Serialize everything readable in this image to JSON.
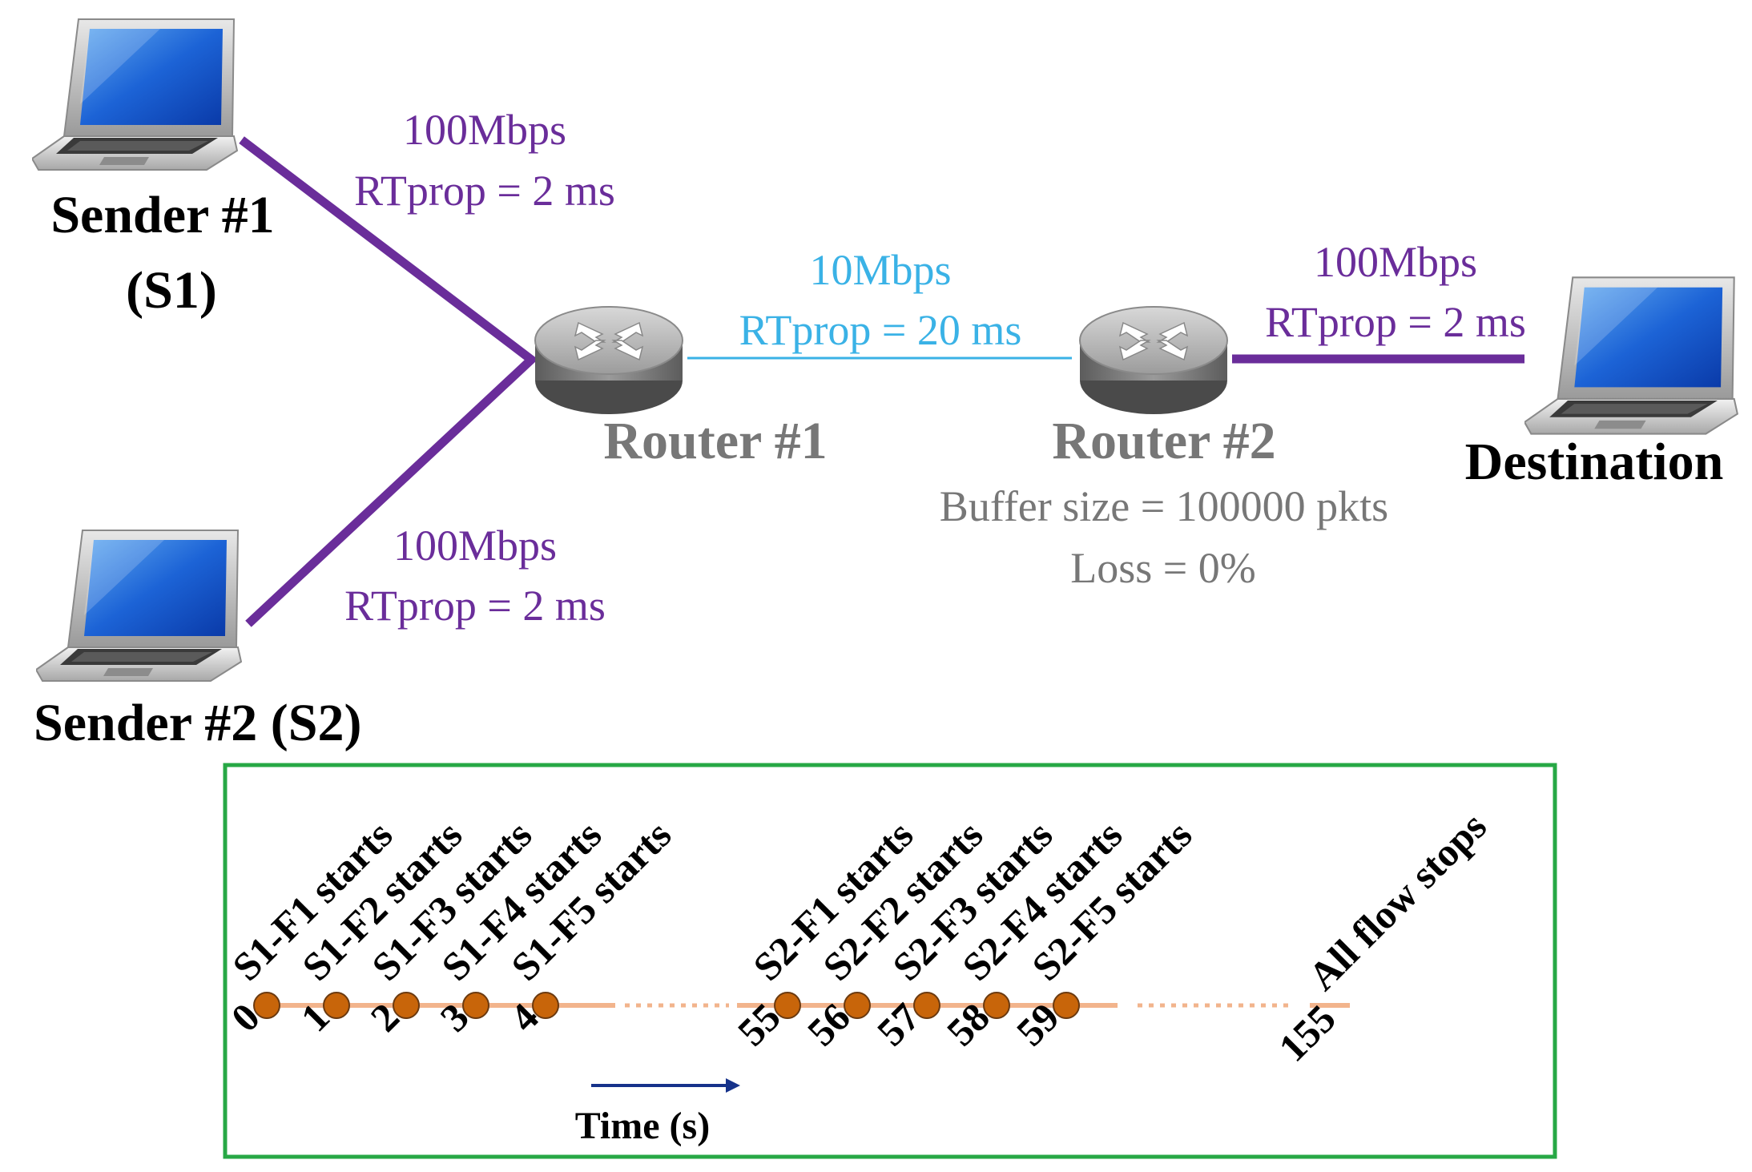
{
  "colors": {
    "access_link": "#6a2d9a",
    "bottleneck_link": "#3ab2e6",
    "router_text": "#777777",
    "node_text": "#000000",
    "timeline": "#f2b48c",
    "event_dot": "#c8650a",
    "frame": "#27a845",
    "time_arrow": "#16328a"
  },
  "nodes": {
    "sender1": {
      "line1": "Sender #1",
      "line2": "(S1)",
      "icon": "laptop-icon"
    },
    "sender2": {
      "label": "Sender #2 (S2)",
      "icon": "laptop-icon"
    },
    "router1": {
      "label": "Router #1",
      "icon": "router-icon"
    },
    "router2": {
      "label": "Router #2",
      "icon": "router-icon",
      "buffer": "Buffer size = 100000 pkts",
      "loss": "Loss = 0%"
    },
    "destination": {
      "label": "Destination",
      "icon": "laptop-icon"
    }
  },
  "links": {
    "s1_r1": {
      "bandwidth": "100Mbps",
      "rtprop": "RTprop = 2 ms"
    },
    "s2_r1": {
      "bandwidth": "100Mbps",
      "rtprop": "RTprop = 2 ms"
    },
    "r1_r2": {
      "bandwidth": "10Mbps",
      "rtprop": "RTprop = 20 ms"
    },
    "r2_dst": {
      "bandwidth": "100Mbps",
      "rtprop": "RTprop = 2 ms"
    }
  },
  "timeline": {
    "axis_label": "Time (s)",
    "events": [
      {
        "time": "0",
        "label": "S1-F1 starts"
      },
      {
        "time": "1",
        "label": "S1-F2 starts"
      },
      {
        "time": "2",
        "label": "S1-F3 starts"
      },
      {
        "time": "3",
        "label": "S1-F4 starts"
      },
      {
        "time": "4",
        "label": "S1-F5 starts"
      },
      {
        "time": "55",
        "label": "S2-F1 starts"
      },
      {
        "time": "56",
        "label": "S2-F2 starts"
      },
      {
        "time": "57",
        "label": "S2-F3 starts"
      },
      {
        "time": "58",
        "label": "S2-F4 starts"
      },
      {
        "time": "59",
        "label": "S2-F5 starts"
      }
    ],
    "end": {
      "time": "155",
      "label": "All flow stops"
    }
  }
}
